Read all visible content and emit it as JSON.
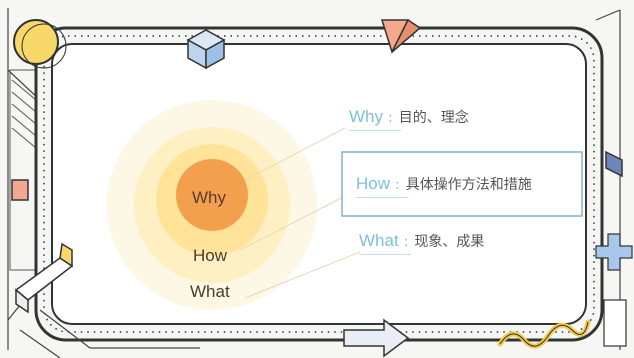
{
  "diagram": {
    "center_labels": {
      "why": "Why",
      "how": "How",
      "what": "What"
    },
    "rows": [
      {
        "key": "Why",
        "separator": ":",
        "description": "目的、理念",
        "highlighted": false
      },
      {
        "key": "How",
        "separator": ":",
        "description": "具体操作方法和措施",
        "highlighted": true
      },
      {
        "key": "What",
        "separator": ":",
        "description": "现象、成果",
        "highlighted": false
      }
    ]
  },
  "colors": {
    "outer_ring": "#fff3cf",
    "middle_ring": "#ffe9a3",
    "core": "#f2a04e",
    "label_accent": "#7dc1d8",
    "highlight_border": "#7fb3cf",
    "frame_border": "#333333"
  }
}
